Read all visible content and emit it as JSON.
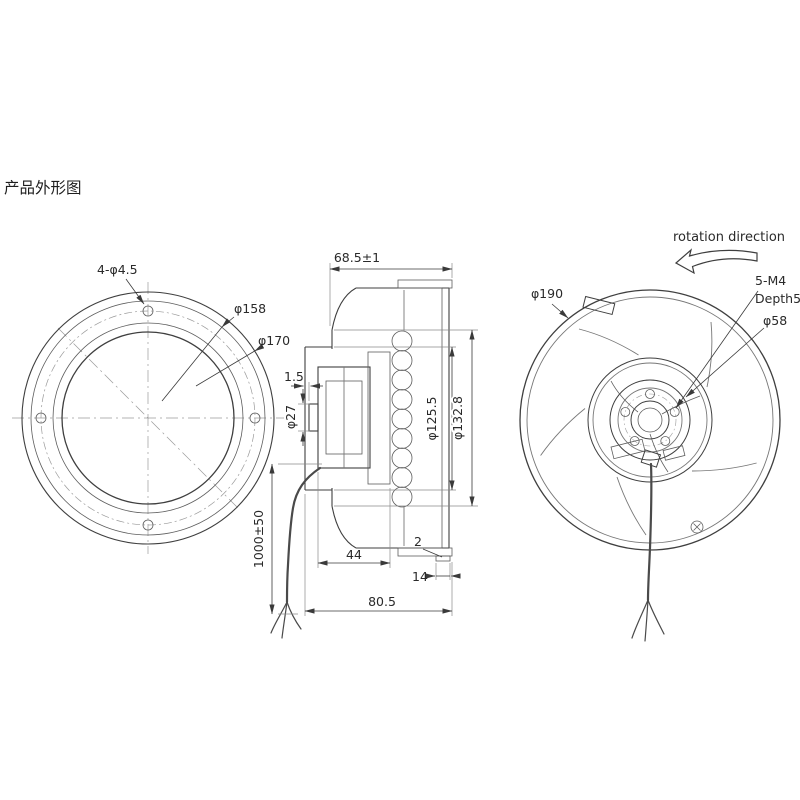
{
  "title": "产品外形图",
  "colors": {
    "ink": "#3a3a3a",
    "background": "#ffffff"
  },
  "front_view": {
    "dim_holes": "4-φ4.5",
    "dim_inner_circle": "φ158",
    "dim_outer_circle": "φ170"
  },
  "side_view": {
    "dim_depth": "68.5±1",
    "dim_gap": "1.5",
    "dim_shaft_dia": "φ27",
    "dim_inlet_dia": "φ125.5",
    "dim_ring_dia": "φ132.8",
    "dim_cable_length": "1000±50",
    "dim_motor_depth": "44",
    "dim_step": "2",
    "dim_foot": "14",
    "dim_overall_depth": "80.5"
  },
  "rear_view": {
    "rotation_label": "rotation direction",
    "dim_outer_dia": "φ190",
    "dim_screws": "5-M4",
    "dim_screw_depth": "Depth5",
    "dim_hub_dia": "φ58"
  }
}
